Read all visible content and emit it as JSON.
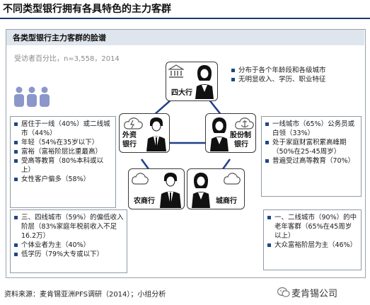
{
  "title": "不同类型银行拥有各具特色的主力客群",
  "panel": {
    "title": "各类型银行主力客群的脸谱",
    "subtitle": "受访者百分比，n=3,558，2014"
  },
  "segments": {
    "big_four": {
      "label": "四大行",
      "bullets": [
        "分布于各个年龄段和各级城市",
        "无明显收入、学历、职业特征"
      ]
    },
    "foreign": {
      "label_line1": "外资",
      "label_line2": "银行",
      "bullets": [
        "居住于一线（40%）或二线城市（44%）",
        "年轻（54%在35岁以下）",
        "富裕（富裕阶层比重最高）",
        "受高等教育（80%本科或以上）",
        "女性客户偏多（58%）"
      ]
    },
    "joint_stock": {
      "label_line1": "股份制",
      "label_line2": "银行",
      "bullets": [
        "一线城市（65%）公务员或白领（33%）",
        "处于家庭财富积累高峰期（50%在25-45周岁）",
        "普遍受过高等教育（70%）"
      ]
    },
    "rural": {
      "label": "农商行",
      "bullets": [
        "三、四线城市（59%）的偏低收入阶层（83%家庭年税前收入不足16.2万）",
        "个体业者为主（40%）",
        "低学历（79%大专或以下）"
      ]
    },
    "city": {
      "label": "城商行",
      "bullets": [
        "一、二线城市（90%）的中老年客群（65%在45周岁以上）",
        "大众富裕阶层为主（46%）"
      ]
    }
  },
  "footer": {
    "source": "资料来源：麦肯锡亚洲PFS调研（2014）；小组分析",
    "brand": "麦肯锡公司"
  },
  "colors": {
    "accent_blue": "#1f4788",
    "connector_blue": "#1e3f8a",
    "people_icon": "#8b97c9",
    "panel_header": "#dfe5ec"
  }
}
